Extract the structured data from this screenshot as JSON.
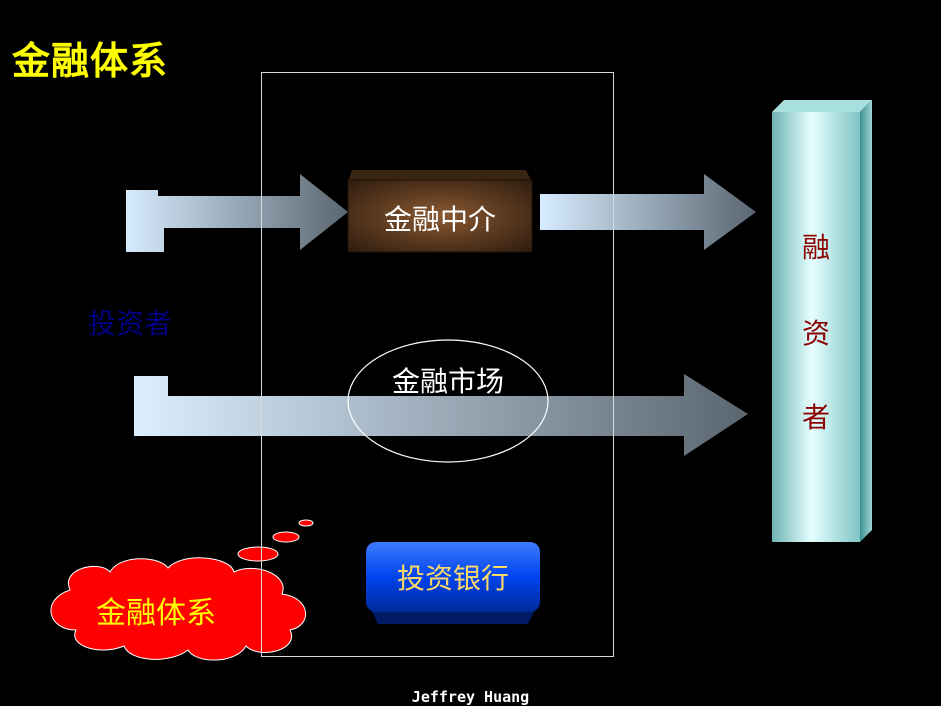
{
  "title": "金融体系",
  "investor_label": "投资者",
  "intermediary_label": "金融中介",
  "market_label": "金融市场",
  "bank_label": "投资银行",
  "raiser_chars": [
    "融",
    "资",
    "者"
  ],
  "cloud_label": "金融体系",
  "footer": "Jeffrey Huang"
}
